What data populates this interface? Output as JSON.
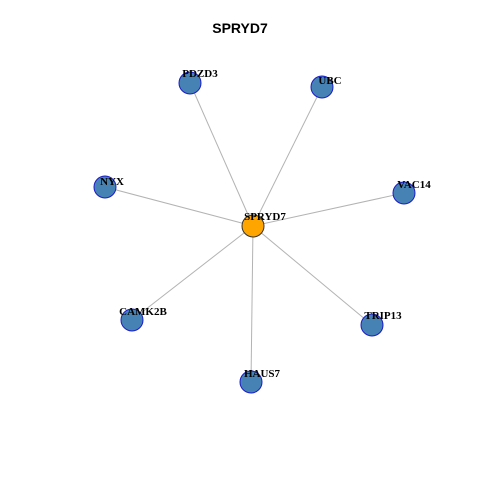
{
  "title": "SPRYD7",
  "network": {
    "center": {
      "label": "SPRYD7",
      "color": "#ffa500"
    },
    "neighbors": [
      {
        "label": "PDZD3"
      },
      {
        "label": "UBC"
      },
      {
        "label": "NYX"
      },
      {
        "label": "VAC14"
      },
      {
        "label": "CAMK2B"
      },
      {
        "label": "TRIP13"
      },
      {
        "label": "HAUS7"
      }
    ],
    "neighbor_color": "#4682b4",
    "node_border_color": "#1c1cc8",
    "edge_color": "#b3b3b3"
  }
}
